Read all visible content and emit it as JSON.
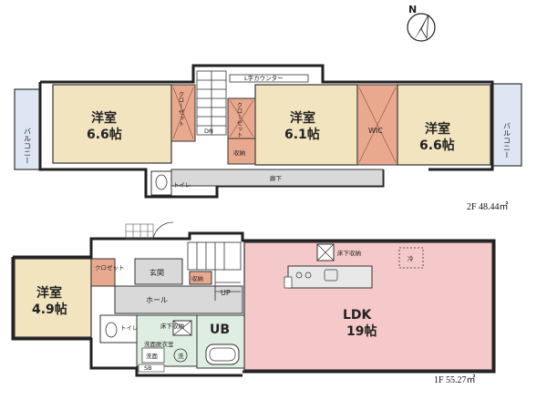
{
  "compass": {
    "letter": "N",
    "icon": "north-arrow-icon"
  },
  "floor2": {
    "area_label": "2F 48.44㎡",
    "rooms": [
      {
        "name": "洋室",
        "size": "6.6帖"
      },
      {
        "name": "洋室",
        "size": "6.1帖"
      },
      {
        "name": "洋室",
        "size": "6.6帖"
      }
    ],
    "balcony_left": "バルコニー",
    "balcony_right": "バルコニー",
    "closet_left": "クローゼット",
    "closet_mid": "クローゼット",
    "wic": "WIC",
    "storage": "収納",
    "counter": "L字カウンター",
    "dn": "DN",
    "hall": "廊下",
    "toilet": "トイレ"
  },
  "floor1": {
    "area_label": "1F 55.27㎡",
    "room": {
      "name": "洋室",
      "size": "4.9帖"
    },
    "ldk": {
      "name": "LDK",
      "size": "19帖"
    },
    "closet": "クロゼット",
    "entrance": "玄関",
    "storage": "収納",
    "hall": "ホール",
    "up": "UP",
    "toilet": "トイレ",
    "underfloor_storage_bath": "床下収納",
    "underfloor_storage_ldk": "床下収納",
    "ub": "UB",
    "washroom": "洗面脱衣室",
    "wash_label": "洗",
    "shoe_box": "SB",
    "fridge": "冷",
    "cabinet_label": "洗面"
  }
}
